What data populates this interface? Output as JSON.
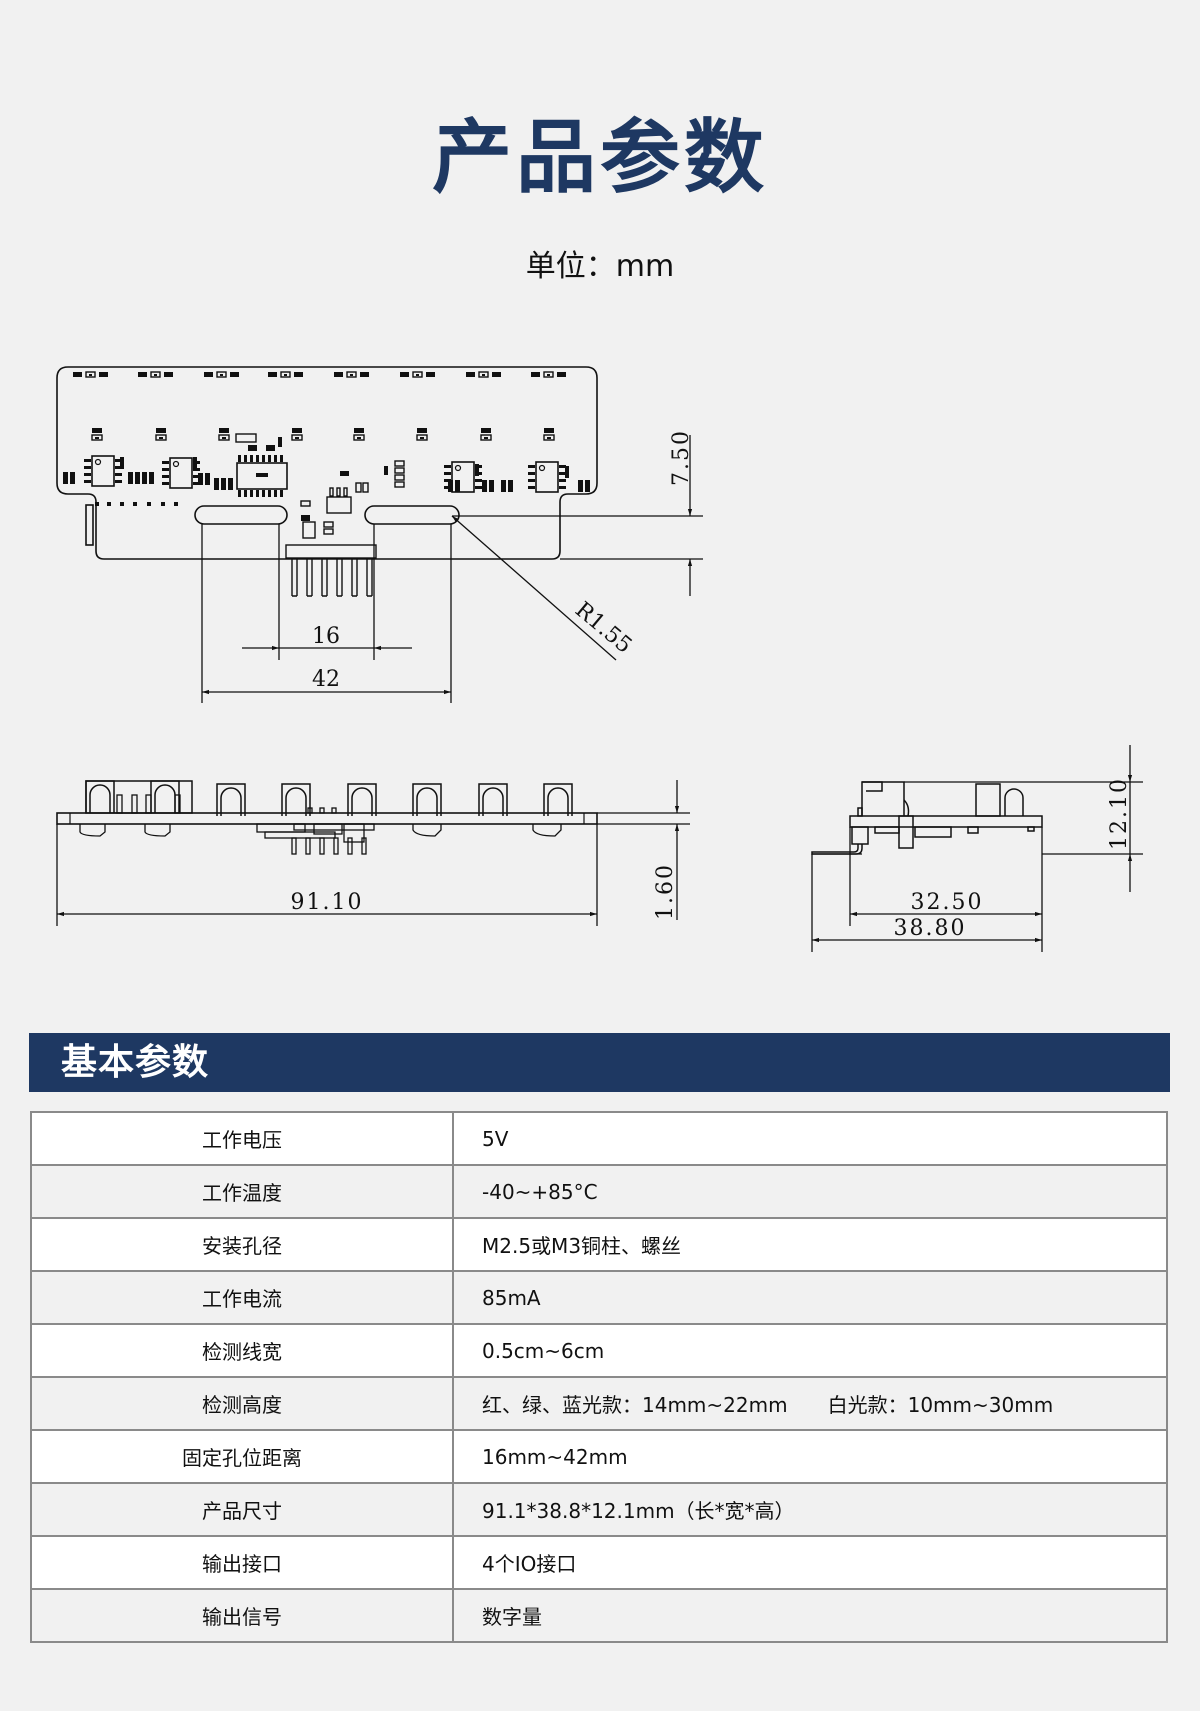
{
  "header": {
    "title": "产品参数",
    "unit_label": "单位：mm"
  },
  "drawings": {
    "top_view": {
      "dim_hole_center_span": "16",
      "dim_hole_outer_span": "42",
      "dim_radius": "R1.55",
      "dim_tab_height": "7.50"
    },
    "front_view": {
      "dim_length": "91.10",
      "dim_board_thickness": "1.60"
    },
    "side_view": {
      "dim_height": "12.10",
      "dim_board_width": "32.50",
      "dim_total_width": "38.80"
    }
  },
  "section": {
    "title": "基本参数"
  },
  "params": [
    {
      "label": "工作电压",
      "value": "5V"
    },
    {
      "label": "工作温度",
      "value": "-40~+85°C"
    },
    {
      "label": "安装孔径",
      "value": "M2.5或M3铜柱、螺丝"
    },
    {
      "label": "工作电流",
      "value": "85mA"
    },
    {
      "label": "检测线宽",
      "value": "0.5cm~6cm"
    },
    {
      "label": "检测高度",
      "value": "红、绿、蓝光款：14mm~22mm",
      "value2": "白光款：10mm~30mm"
    },
    {
      "label": "固定孔位距离",
      "value": "16mm~42mm"
    },
    {
      "label": "产品尺寸",
      "value": "91.1*38.8*12.1mm（长*宽*高）"
    },
    {
      "label": "输出接口",
      "value": "4个IO接口"
    },
    {
      "label": "输出信号",
      "value": "数字量"
    }
  ],
  "colors": {
    "brand_navy": "#1e3862",
    "background": "#f1f1f1",
    "table_border": "#8a8a8a"
  }
}
